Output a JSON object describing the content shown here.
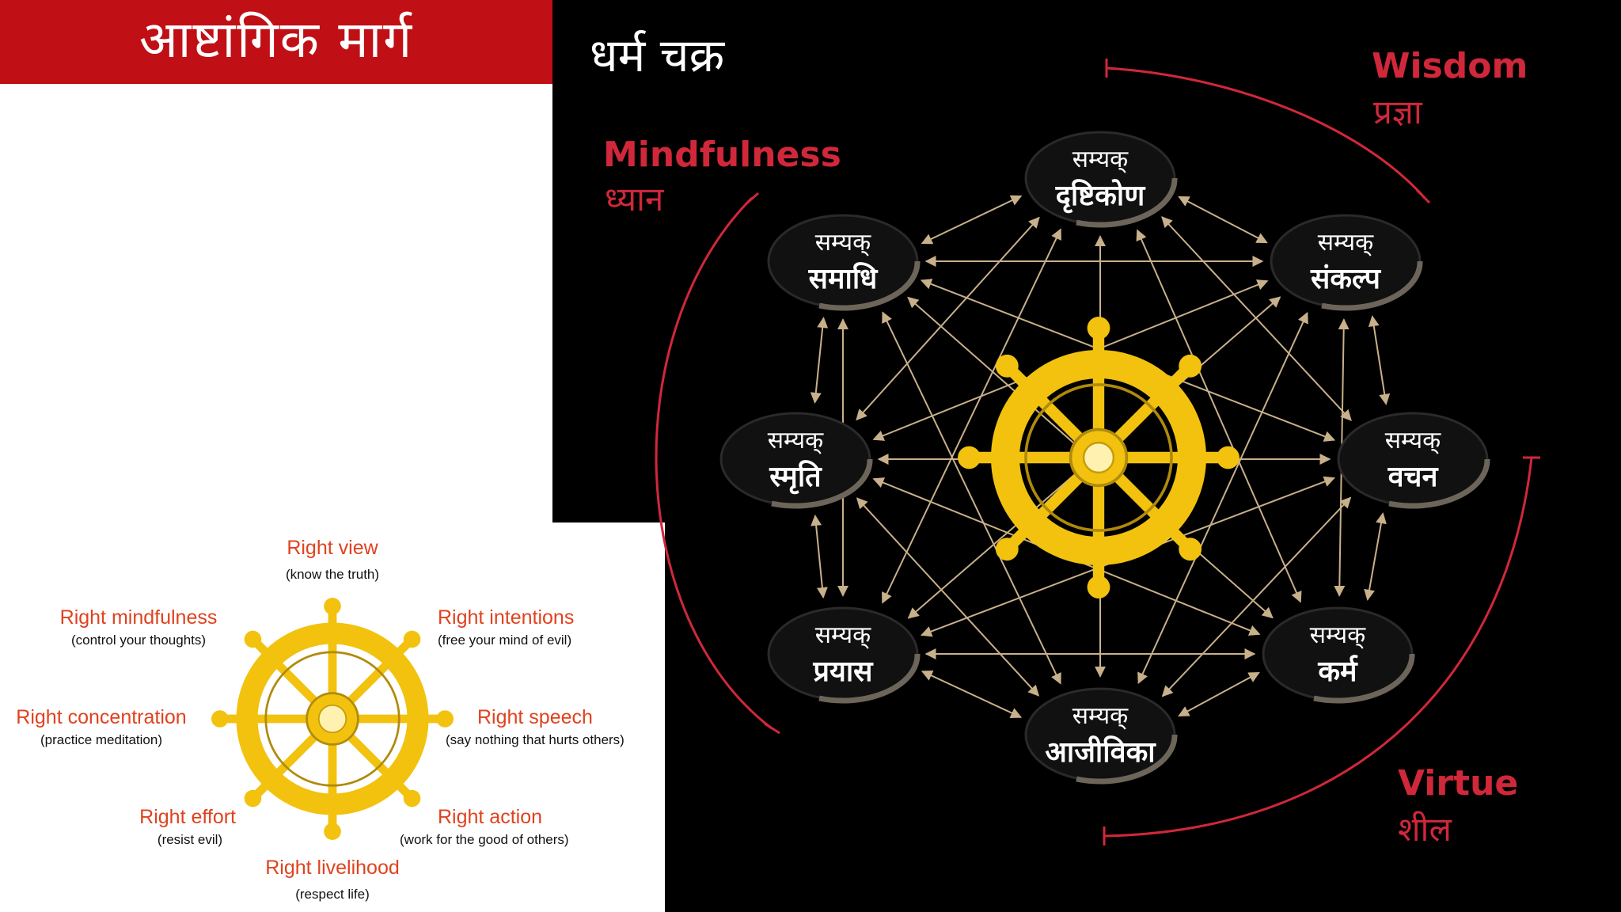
{
  "title": "आष्टांगिक मार्ग",
  "dharma_chakra_title": "धर्म चक्र",
  "groups": {
    "wisdom": {
      "en": "Wisdom",
      "hi": "प्रज्ञा"
    },
    "mindfulness": {
      "en": "Mindfulness",
      "hi": "ध्यान"
    },
    "virtue": {
      "en": "Virtue",
      "hi": "शील"
    }
  },
  "nodes": [
    {
      "top": "सम्यक्",
      "main": "दृष्टिकोण"
    },
    {
      "top": "सम्यक्",
      "main": "संकल्प"
    },
    {
      "top": "सम्यक्",
      "main": "वचन"
    },
    {
      "top": "सम्यक्",
      "main": "कर्म"
    },
    {
      "top": "सम्यक्",
      "main": "आजीविका"
    },
    {
      "top": "सम्यक्",
      "main": "प्रयास"
    },
    {
      "top": "सम्यक्",
      "main": "स्मृति"
    },
    {
      "top": "सम्यक्",
      "main": "समाधि"
    }
  ],
  "english_path": [
    {
      "label": "Right view",
      "note": "(know the truth)"
    },
    {
      "label": "Right intentions",
      "note": "(free your mind of evil)"
    },
    {
      "label": "Right speech",
      "note": "(say nothing that hurts others)"
    },
    {
      "label": "Right action",
      "note": "(work for the good of others)"
    },
    {
      "label": "Right livelihood",
      "note": "(respect life)"
    },
    {
      "label": "Right effort",
      "note": "(resist evil)"
    },
    {
      "label": "Right concentration",
      "note": "(practice meditation)"
    },
    {
      "label": "Right mindfulness",
      "note": "(control your thoughts)"
    }
  ],
  "colors": {
    "title_bg": "#c00f15",
    "accent_red": "#d0283a",
    "wheel_gold": "#f2c20f",
    "label_orange": "#e0421e",
    "arrow_tan": "#c8b08a"
  }
}
